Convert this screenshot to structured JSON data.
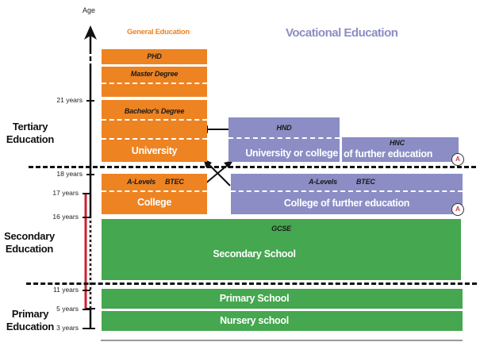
{
  "axis": {
    "label": "Age",
    "ticks": [
      "21 years",
      "18 years",
      "17 years",
      "16 years",
      "11 years",
      "5 years",
      "3 years"
    ]
  },
  "columns": {
    "general": "General Education",
    "vocational": "Vocational Education"
  },
  "stages": {
    "tertiary": [
      "Tertiary",
      "Education"
    ],
    "secondary": [
      "Secondary",
      "Education"
    ],
    "primary": [
      "Primary",
      "Education"
    ]
  },
  "general_boxes": {
    "phd": "PHD",
    "masters": "Master Degree",
    "bachelors": "Bachelor's Degree",
    "university": "University",
    "alevels": "A-Levels",
    "btec": "BTEC",
    "college": "College"
  },
  "vocational_boxes": {
    "hnd": "HND",
    "uni_or_college": "University or college",
    "hnc": "HNC",
    "of_further_ed": "of further education",
    "alevels": "A-Levels",
    "btec": "BTEC",
    "college_further": "College of further education",
    "marker": "A"
  },
  "shared_boxes": {
    "gcse": "GCSE",
    "secondary_school": "Secondary School",
    "primary_school": "Primary School",
    "nursery_school": "Nursery school"
  },
  "colors": {
    "general": "#ee8322",
    "vocational": "#8b8dc4",
    "shared": "#45a74f",
    "compulsory_bar": "#d0202e"
  }
}
